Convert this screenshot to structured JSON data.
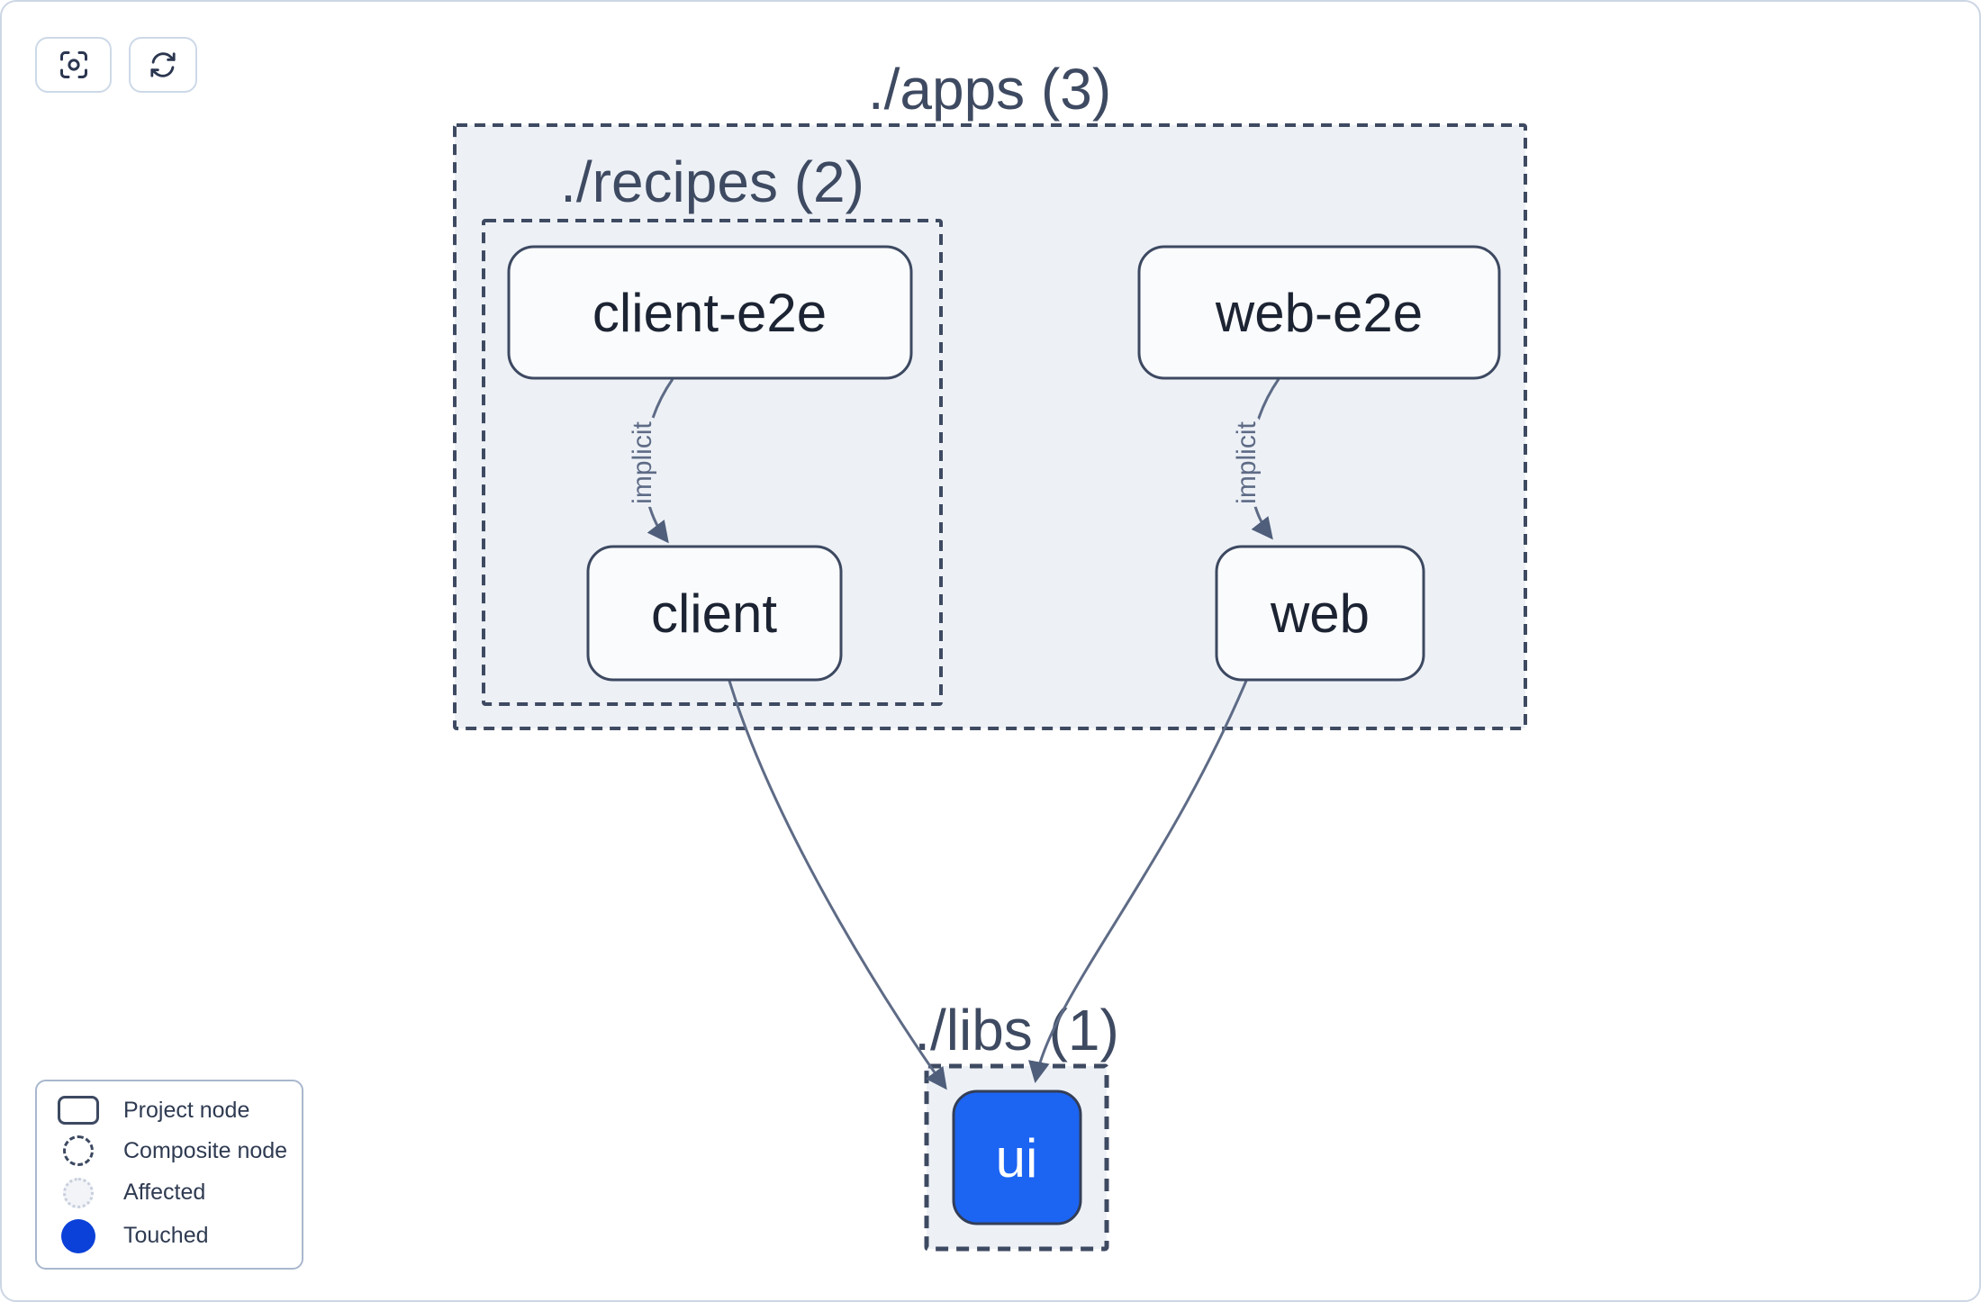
{
  "toolbar": {
    "center_button": {
      "icon": "focus-icon"
    },
    "refresh_button": {
      "icon": "refresh-icon"
    }
  },
  "graph": {
    "groups": [
      {
        "id": "apps",
        "label": "./apps (3)"
      },
      {
        "id": "recipes",
        "label": "./recipes (2)"
      },
      {
        "id": "libs",
        "label": "./libs (1)"
      }
    ],
    "nodes": [
      {
        "id": "client-e2e",
        "label": "client-e2e",
        "state": "normal"
      },
      {
        "id": "web-e2e",
        "label": "web-e2e",
        "state": "normal"
      },
      {
        "id": "client",
        "label": "client",
        "state": "normal"
      },
      {
        "id": "web",
        "label": "web",
        "state": "normal"
      },
      {
        "id": "ui",
        "label": "ui",
        "state": "touched"
      }
    ],
    "edges": [
      {
        "from": "client-e2e",
        "to": "client",
        "label": "implicit"
      },
      {
        "from": "web-e2e",
        "to": "web",
        "label": "implicit"
      },
      {
        "from": "client",
        "to": "ui",
        "label": ""
      },
      {
        "from": "web",
        "to": "ui",
        "label": ""
      }
    ],
    "colors": {
      "group_fill": "#edf1f6",
      "dash_stroke": "#3e4a61",
      "node_fill": "#fafbfd",
      "node_stroke": "#3d4961",
      "edge": "#5e6b86",
      "touched_node_fill": "#1c64f2",
      "touched_legend": "#0b41d8"
    }
  },
  "legend": {
    "items": [
      {
        "label": "Project node",
        "swatch": "project"
      },
      {
        "label": "Composite node",
        "swatch": "composite"
      },
      {
        "label": "Affected",
        "swatch": "affected"
      },
      {
        "label": "Touched",
        "swatch": "touched"
      }
    ]
  }
}
